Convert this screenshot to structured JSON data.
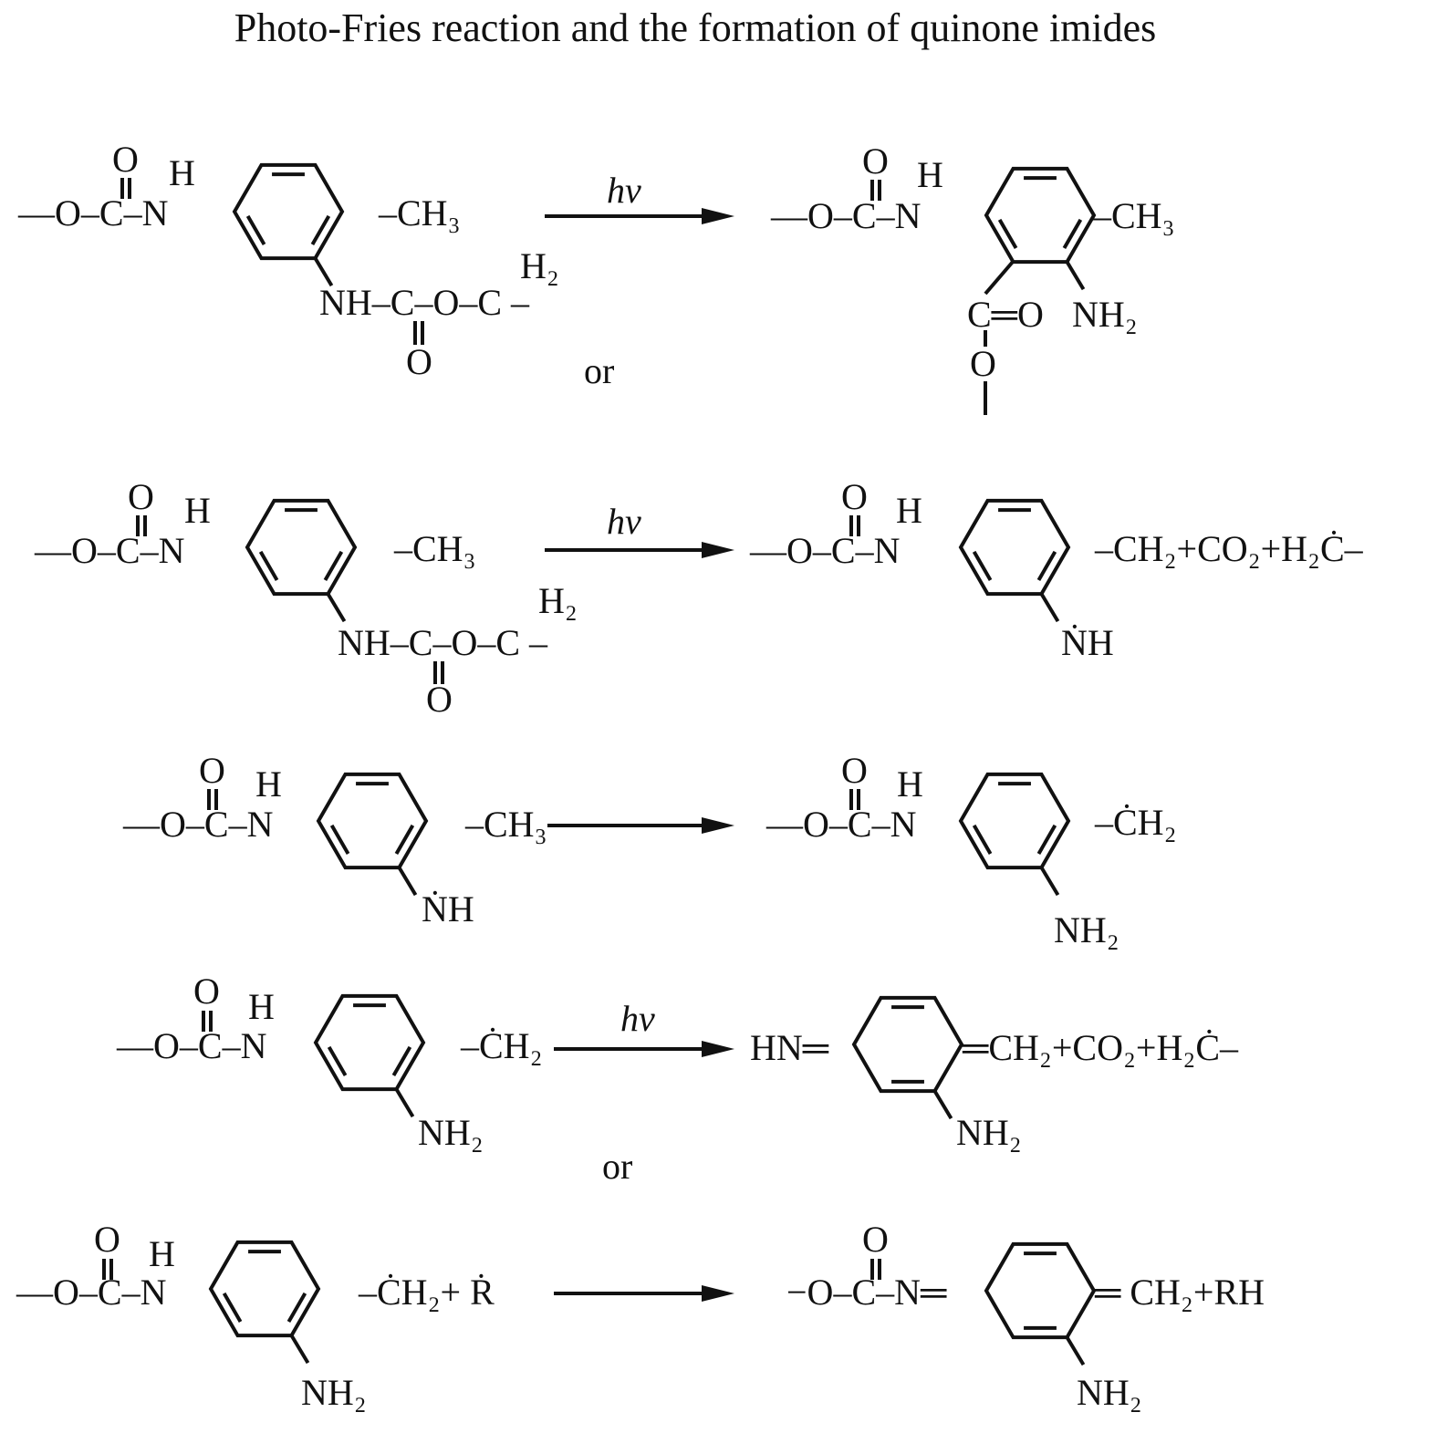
{
  "title": "Photo-Fries reaction and the formation of quinone imides",
  "arrow_label": "hv",
  "or_label": "or",
  "carbamate": {
    "chain": "—O–C–N",
    "oxygen": "O",
    "hydrogen": "H"
  },
  "rows": [
    {
      "left": {
        "right_group": "–CH₃",
        "bottom_group": "NH–C–O–C –",
        "h2": "H₂",
        "carbonyl_o": "O"
      },
      "right": {
        "right_group": "–CH₃",
        "ester": "C═O",
        "nh2": "NH₂",
        "ester_o": "O"
      }
    },
    {
      "left": {
        "right_group": "–CH₃",
        "bottom_group": "NH–C–O–C –",
        "h2": "H₂",
        "carbonyl_o": "O"
      },
      "right": {
        "right_group": "–CH₂+CO₂+H₂Ċ–",
        "bottom_group": "ṄH"
      }
    },
    {
      "left": {
        "right_group": "–CH₃",
        "bottom_group": "ṄH"
      },
      "right": {
        "right_group": "–ĊH₂",
        "bottom_group": "NH₂"
      }
    },
    {
      "left": {
        "right_group": "–ĊH₂",
        "bottom_group": "NH₂"
      },
      "right": {
        "left_group": "HN═",
        "right_group": "═CH₂+CO₂+H₂Ċ–",
        "bottom_group": "NH₂"
      }
    },
    {
      "left": {
        "right_group": "–ĊH₂+ Ṙ",
        "bottom_group": "NH₂"
      },
      "right": {
        "chain": "−O–C–N═",
        "right_group": "═ CH₂+RH",
        "bottom_group": "NH₂"
      }
    }
  ]
}
